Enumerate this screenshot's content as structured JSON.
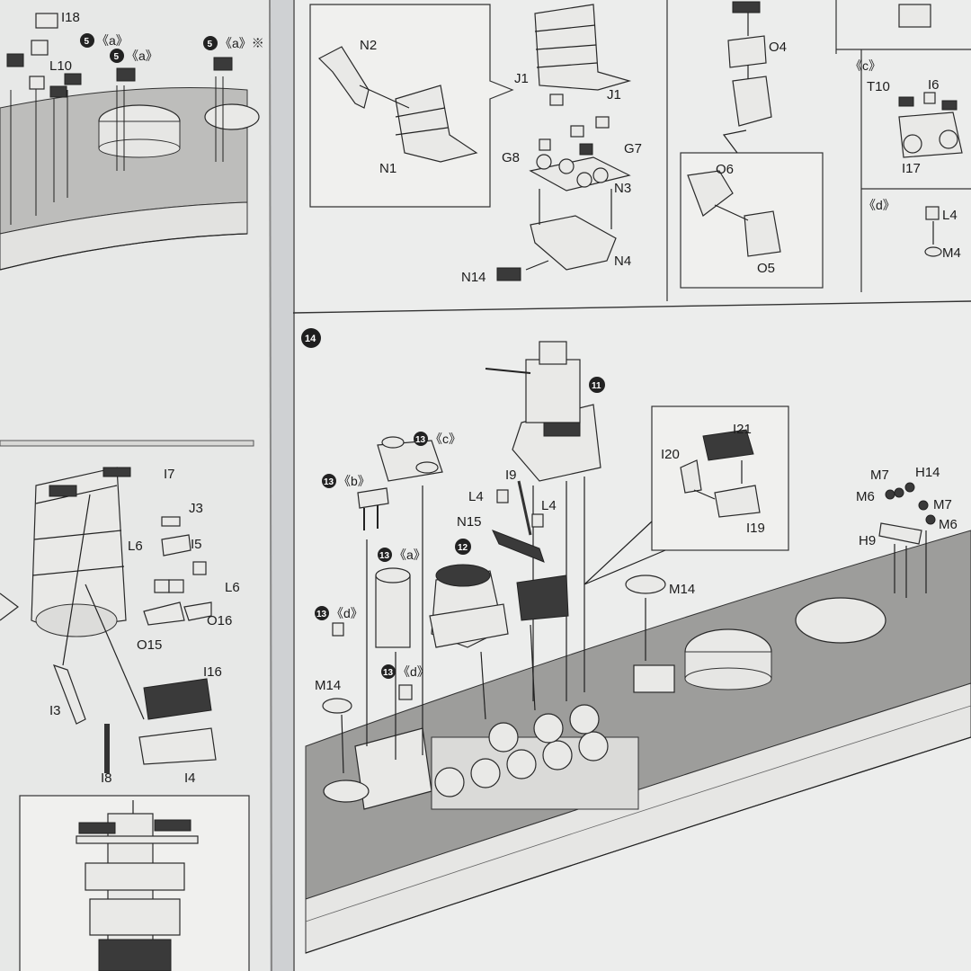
{
  "page_colors": {
    "paper": "#ecedec",
    "shadow": "#c9ccd0",
    "ink": "#222222"
  },
  "left_page": {
    "top_labels": [
      "I18",
      "L10"
    ],
    "step_refs": [
      {
        "num": "5",
        "suffix": "《a》"
      },
      {
        "num": "5",
        "suffix": "《a》"
      },
      {
        "num": "5",
        "suffix": "《a》※"
      }
    ],
    "mid_labels": [
      "I7",
      "J3",
      "I5",
      "L6",
      "L6",
      "O16",
      "O15",
      "I16",
      "I3",
      "I8",
      "I4"
    ]
  },
  "right_page": {
    "top_inset_labels": [
      "N2",
      "N1"
    ],
    "top_labels": [
      "J1",
      "J1",
      "G8",
      "G7",
      "N3",
      "N4",
      "N14"
    ],
    "o_inset": {
      "labels": [
        "O4",
        "O6",
        "O5"
      ]
    },
    "c_inset": {
      "tag": "《c》",
      "labels": [
        "T10",
        "I6",
        "I17"
      ]
    },
    "d_inset": {
      "tag": "《d》",
      "labels": [
        "L4",
        "M4"
      ]
    },
    "step14": {
      "number": "14",
      "refs": [
        {
          "num": "11",
          "suffix": ""
        },
        {
          "num": "13",
          "suffix": "《c》"
        },
        {
          "num": "13",
          "suffix": "《b》"
        },
        {
          "num": "13",
          "suffix": "《a》"
        },
        {
          "num": "12",
          "suffix": ""
        },
        {
          "num": "13",
          "suffix": "《d》"
        },
        {
          "num": "13",
          "suffix": "《d》"
        }
      ],
      "labels": [
        "I9",
        "L4",
        "L4",
        "N15",
        "M14",
        "M14",
        "I20",
        "I21",
        "I19",
        "M7",
        "H14",
        "M6",
        "M7",
        "M6",
        "H9"
      ]
    }
  }
}
